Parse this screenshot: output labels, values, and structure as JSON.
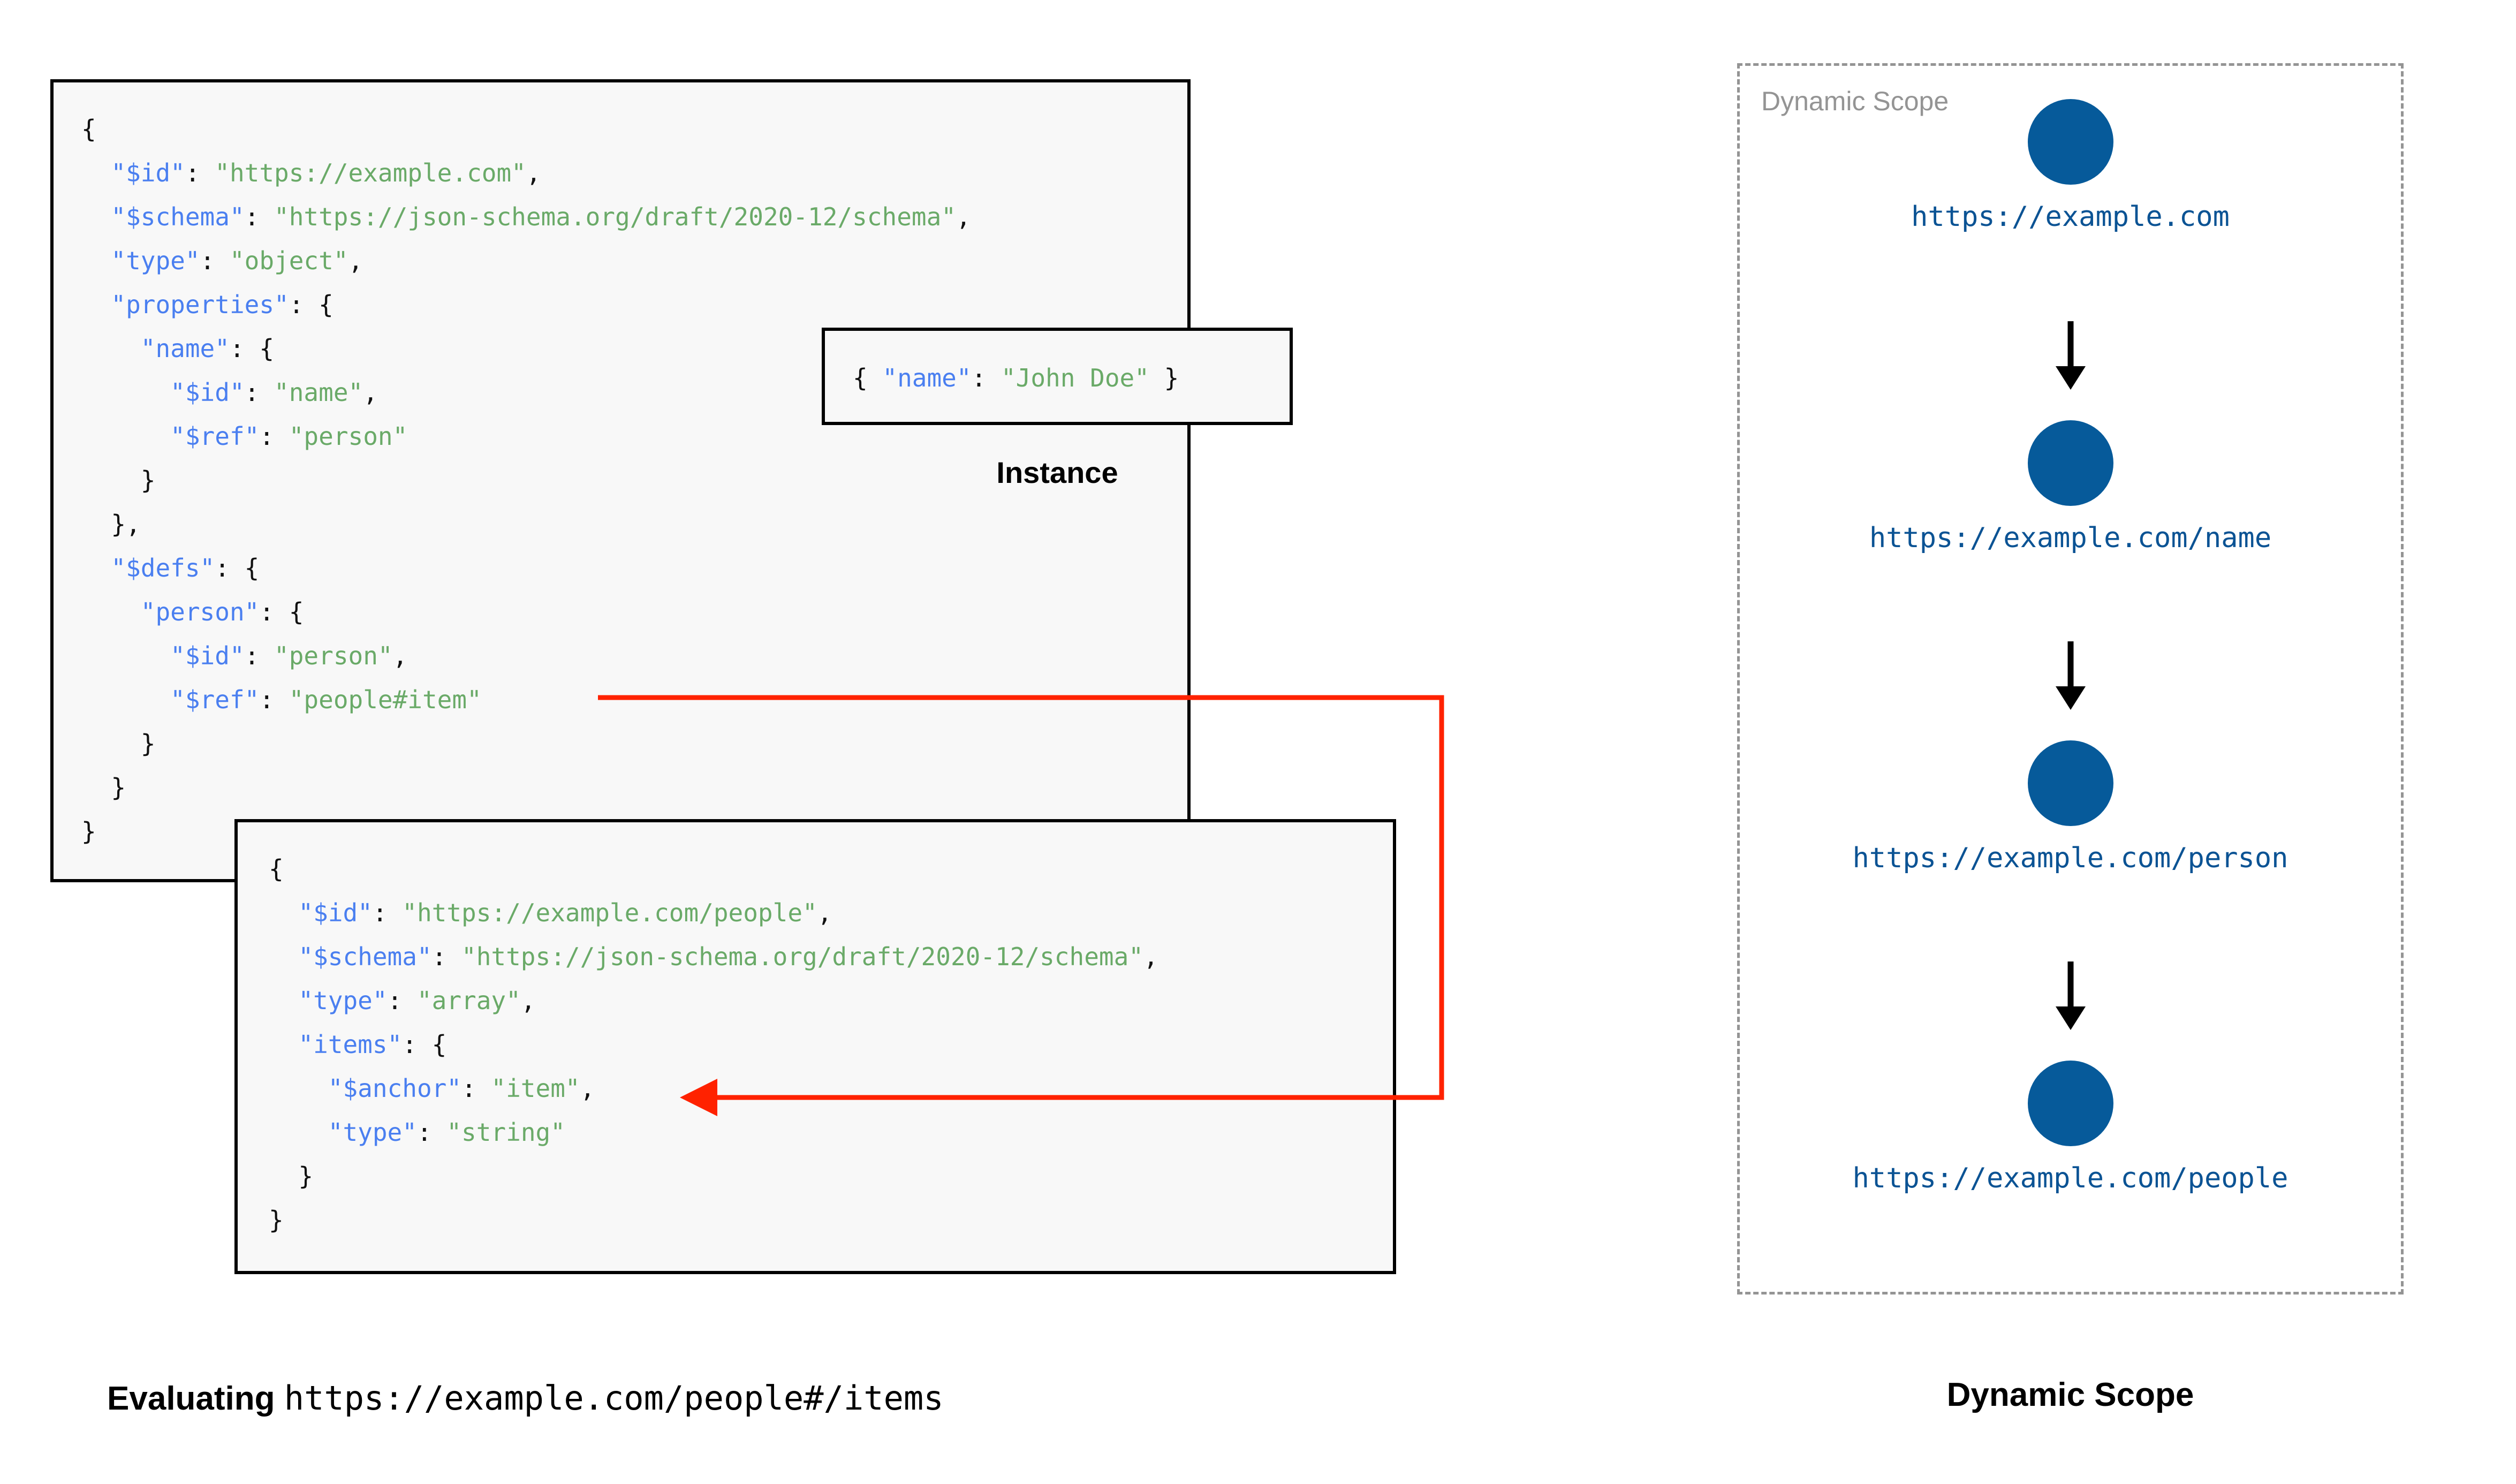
{
  "main_schema": {
    "lines": [
      [
        {
          "t": "{",
          "c": "p"
        }
      ],
      [
        {
          "t": "  ",
          "c": "p"
        },
        {
          "t": "\"$id\"",
          "c": "k"
        },
        {
          "t": ": ",
          "c": "p"
        },
        {
          "t": "\"https://example.com\"",
          "c": "s"
        },
        {
          "t": ",",
          "c": "p"
        }
      ],
      [
        {
          "t": "  ",
          "c": "p"
        },
        {
          "t": "\"$schema\"",
          "c": "k"
        },
        {
          "t": ": ",
          "c": "p"
        },
        {
          "t": "\"https://json-schema.org/draft/2020-12/schema\"",
          "c": "s"
        },
        {
          "t": ",",
          "c": "p"
        }
      ],
      [
        {
          "t": "  ",
          "c": "p"
        },
        {
          "t": "\"type\"",
          "c": "k"
        },
        {
          "t": ": ",
          "c": "p"
        },
        {
          "t": "\"object\"",
          "c": "s"
        },
        {
          "t": ",",
          "c": "p"
        }
      ],
      [
        {
          "t": "  ",
          "c": "p"
        },
        {
          "t": "\"properties\"",
          "c": "k"
        },
        {
          "t": ": {",
          "c": "p"
        }
      ],
      [
        {
          "t": "    ",
          "c": "p"
        },
        {
          "t": "\"name\"",
          "c": "k"
        },
        {
          "t": ": {",
          "c": "p"
        }
      ],
      [
        {
          "t": "      ",
          "c": "p"
        },
        {
          "t": "\"$id\"",
          "c": "k"
        },
        {
          "t": ": ",
          "c": "p"
        },
        {
          "t": "\"name\"",
          "c": "s"
        },
        {
          "t": ",",
          "c": "p"
        }
      ],
      [
        {
          "t": "      ",
          "c": "p"
        },
        {
          "t": "\"$ref\"",
          "c": "k"
        },
        {
          "t": ": ",
          "c": "p"
        },
        {
          "t": "\"person\"",
          "c": "s"
        }
      ],
      [
        {
          "t": "    }",
          "c": "p"
        }
      ],
      [
        {
          "t": "  },",
          "c": "p"
        }
      ],
      [
        {
          "t": "  ",
          "c": "p"
        },
        {
          "t": "\"$defs\"",
          "c": "k"
        },
        {
          "t": ": {",
          "c": "p"
        }
      ],
      [
        {
          "t": "    ",
          "c": "p"
        },
        {
          "t": "\"person\"",
          "c": "k"
        },
        {
          "t": ": {",
          "c": "p"
        }
      ],
      [
        {
          "t": "      ",
          "c": "p"
        },
        {
          "t": "\"$id\"",
          "c": "k"
        },
        {
          "t": ": ",
          "c": "p"
        },
        {
          "t": "\"person\"",
          "c": "s"
        },
        {
          "t": ",",
          "c": "p"
        }
      ],
      [
        {
          "t": "      ",
          "c": "p"
        },
        {
          "t": "\"$ref\"",
          "c": "k"
        },
        {
          "t": ": ",
          "c": "p"
        },
        {
          "t": "\"people#item\"",
          "c": "s"
        }
      ],
      [
        {
          "t": "    }",
          "c": "p"
        }
      ],
      [
        {
          "t": "  }",
          "c": "p"
        }
      ],
      [
        {
          "t": "}",
          "c": "p"
        }
      ]
    ]
  },
  "instance": {
    "caption": "Instance",
    "lines": [
      [
        {
          "t": "{ ",
          "c": "p"
        },
        {
          "t": "\"name\"",
          "c": "k"
        },
        {
          "t": ": ",
          "c": "p"
        },
        {
          "t": "\"John Doe\"",
          "c": "s"
        },
        {
          "t": " }",
          "c": "p"
        }
      ]
    ]
  },
  "people_schema": {
    "lines": [
      [
        {
          "t": "{",
          "c": "p"
        }
      ],
      [
        {
          "t": "  ",
          "c": "p"
        },
        {
          "t": "\"$id\"",
          "c": "k"
        },
        {
          "t": ": ",
          "c": "p"
        },
        {
          "t": "\"https://example.com/people\"",
          "c": "s"
        },
        {
          "t": ",",
          "c": "p"
        }
      ],
      [
        {
          "t": "  ",
          "c": "p"
        },
        {
          "t": "\"$schema\"",
          "c": "k"
        },
        {
          "t": ": ",
          "c": "p"
        },
        {
          "t": "\"https://json-schema.org/draft/2020-12/schema\"",
          "c": "s"
        },
        {
          "t": ",",
          "c": "p"
        }
      ],
      [
        {
          "t": "  ",
          "c": "p"
        },
        {
          "t": "\"type\"",
          "c": "k"
        },
        {
          "t": ": ",
          "c": "p"
        },
        {
          "t": "\"array\"",
          "c": "s"
        },
        {
          "t": ",",
          "c": "p"
        }
      ],
      [
        {
          "t": "  ",
          "c": "p"
        },
        {
          "t": "\"items\"",
          "c": "k"
        },
        {
          "t": ": {",
          "c": "p"
        }
      ],
      [
        {
          "t": "    ",
          "c": "p"
        },
        {
          "t": "\"$anchor\"",
          "c": "k"
        },
        {
          "t": ": ",
          "c": "p"
        },
        {
          "t": "\"item\"",
          "c": "s"
        },
        {
          "t": ",",
          "c": "p"
        }
      ],
      [
        {
          "t": "    ",
          "c": "p"
        },
        {
          "t": "\"type\"",
          "c": "k"
        },
        {
          "t": ": ",
          "c": "p"
        },
        {
          "t": "\"string\"",
          "c": "s"
        }
      ],
      [
        {
          "t": "  }",
          "c": "p"
        }
      ],
      [
        {
          "t": "}",
          "c": "p"
        }
      ]
    ]
  },
  "ref_arrow": {
    "color": "#ff2200",
    "from_label": "people#item",
    "to_label": "$anchor: item"
  },
  "evaluating": {
    "label": "Evaluating",
    "uri": "https://example.com/people#/items"
  },
  "dynamic_scope": {
    "panel_title": "Dynamic Scope",
    "caption": "Dynamic Scope",
    "circle_color": "#065a9a",
    "label_color": "#0b5394",
    "nodes": [
      {
        "label": "https://example.com"
      },
      {
        "label": "https://example.com/name"
      },
      {
        "label": "https://example.com/person"
      },
      {
        "label": "https://example.com/people"
      }
    ]
  }
}
